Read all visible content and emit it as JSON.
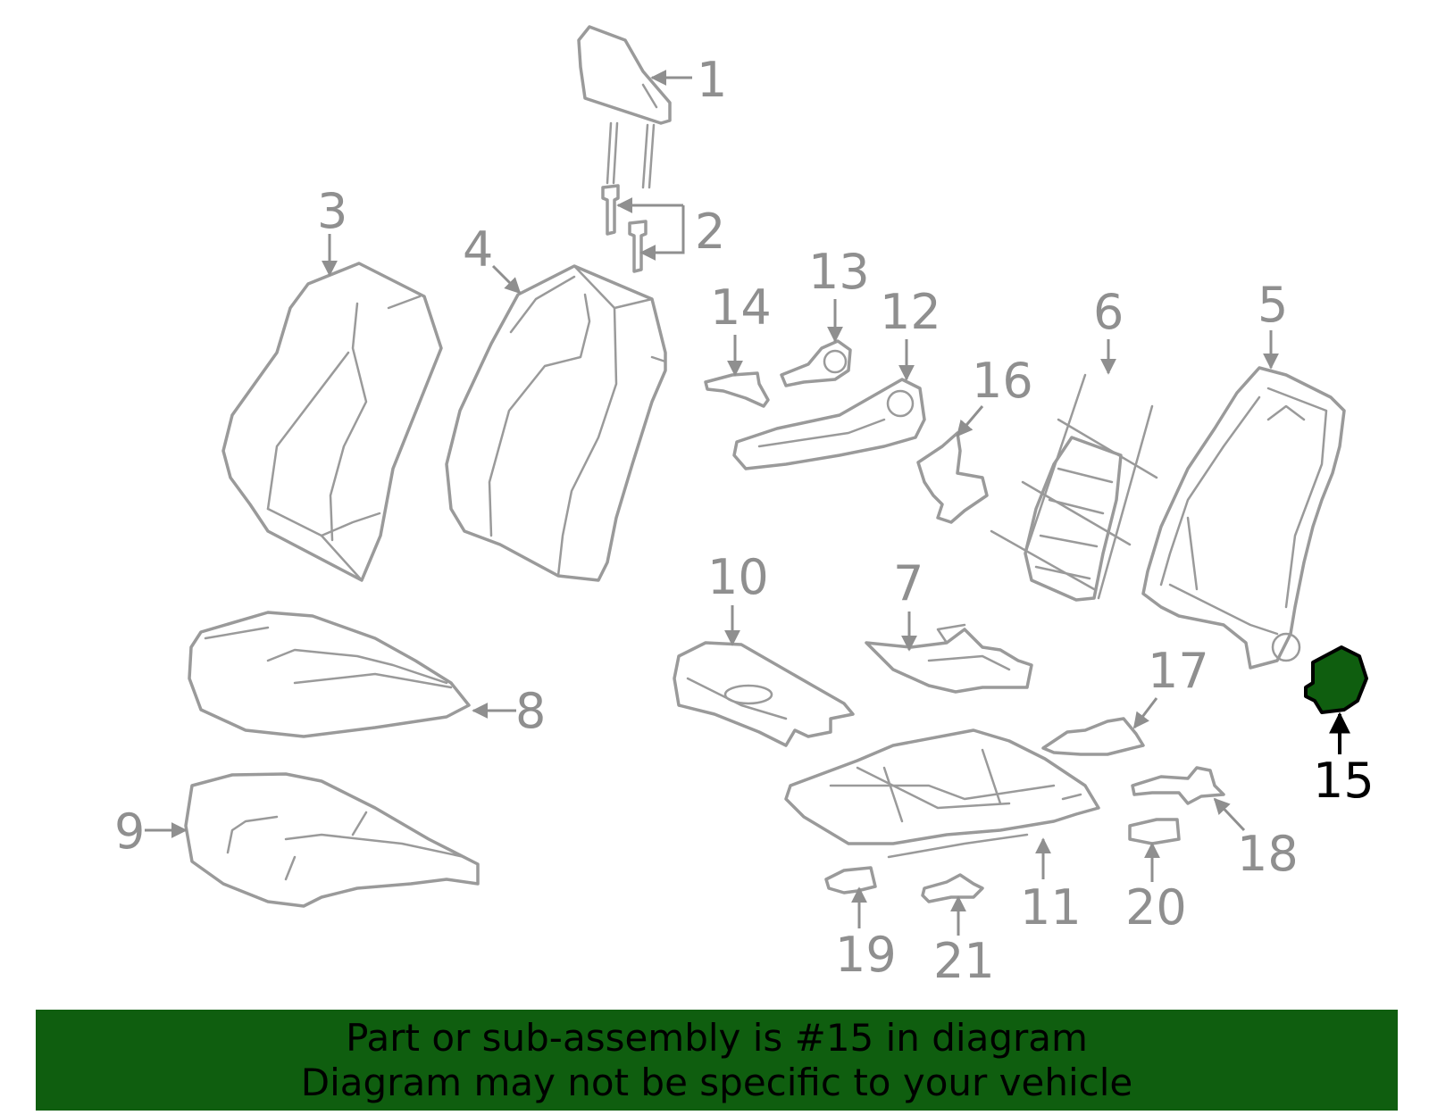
{
  "diagram": {
    "highlight_color": "#0f5e0f",
    "callouts": [
      {
        "id": "1",
        "label": "1"
      },
      {
        "id": "2",
        "label": "2"
      },
      {
        "id": "3",
        "label": "3"
      },
      {
        "id": "4",
        "label": "4"
      },
      {
        "id": "5",
        "label": "5"
      },
      {
        "id": "6",
        "label": "6"
      },
      {
        "id": "7",
        "label": "7"
      },
      {
        "id": "8",
        "label": "8"
      },
      {
        "id": "9",
        "label": "9"
      },
      {
        "id": "10",
        "label": "10"
      },
      {
        "id": "11",
        "label": "11"
      },
      {
        "id": "12",
        "label": "12"
      },
      {
        "id": "13",
        "label": "13"
      },
      {
        "id": "14",
        "label": "14"
      },
      {
        "id": "15",
        "label": "15"
      },
      {
        "id": "16",
        "label": "16"
      },
      {
        "id": "17",
        "label": "17"
      },
      {
        "id": "18",
        "label": "18"
      },
      {
        "id": "19",
        "label": "19"
      },
      {
        "id": "20",
        "label": "20"
      },
      {
        "id": "21",
        "label": "21"
      }
    ]
  },
  "banner": {
    "line1": "Part or sub-assembly is #15 in diagram",
    "line2": "Diagram may not be specific to your vehicle",
    "background": "#0f5e0f"
  }
}
